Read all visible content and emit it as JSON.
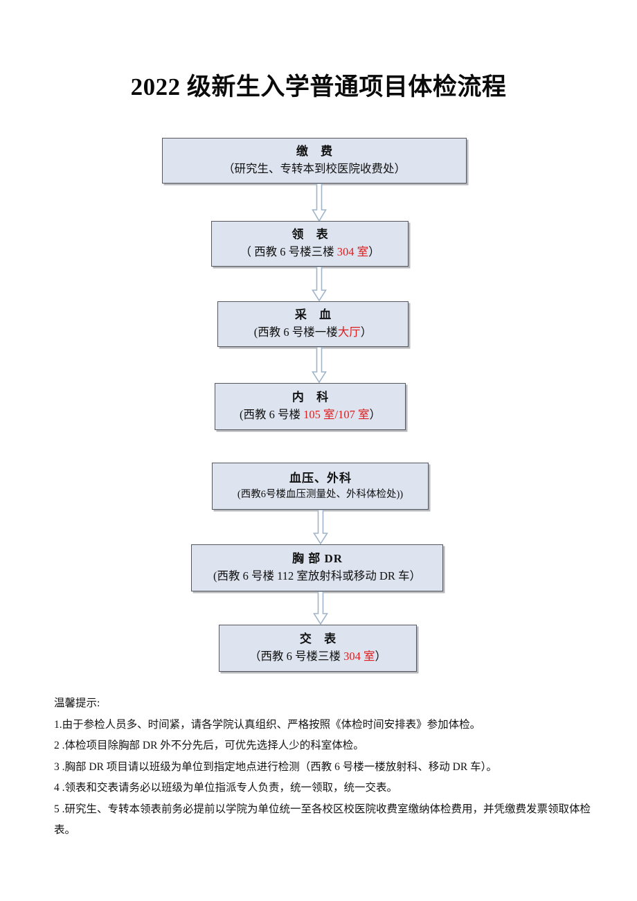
{
  "document": {
    "title": "2022 级新生入学普通项目体检流程"
  },
  "flow": {
    "arrow_outline_color": "#9fb4c9",
    "arrow_fill_color": "#ffffff",
    "node_fill_color": "#dde4ef",
    "node_border_color": "#53565c",
    "highlight_color": "#e01b1b",
    "nodes": [
      {
        "id": "payment",
        "title": "缴 费",
        "sub_prefix": "（研究生、专转本到校医院收费处）",
        "sub_highlight": "",
        "sub_suffix": ""
      },
      {
        "id": "get-form",
        "title": "领 表",
        "sub_prefix": "（ 西教 6 号楼三楼 ",
        "sub_highlight": "304 室",
        "sub_suffix": "）"
      },
      {
        "id": "blood-draw",
        "title": "采 血",
        "sub_prefix": "(西教 6 号楼一楼",
        "sub_highlight": "大厅",
        "sub_suffix": "）"
      },
      {
        "id": "internal-medicine",
        "title": "内 科",
        "sub_prefix": "(西教 6 号楼 ",
        "sub_highlight": "105 室/107 室",
        "sub_suffix": "）"
      },
      {
        "id": "blood-pressure-surgery",
        "title": "血压、外科",
        "sub_prefix": "(西教6号楼血压测量处、外科体检处))",
        "sub_highlight": "",
        "sub_suffix": ""
      },
      {
        "id": "chest-dr",
        "title": "胸 部 DR",
        "sub_prefix": "(西教 6 号楼 112 室放射科或移动 DR 车）",
        "sub_highlight": "",
        "sub_suffix": ""
      },
      {
        "id": "submit-form",
        "title": "交 表",
        "sub_prefix": "（西教 6 号楼三楼 ",
        "sub_highlight": "304 室",
        "sub_suffix": "）"
      }
    ]
  },
  "notes": {
    "heading": "温馨提示:",
    "items": [
      "1.由于参检人员多、时间紧，请各学院认真组织、严格按照《体检时间安排表》参加体检。",
      "2 .体检项目除胸部 DR 外不分先后，可优先选择人少的科室体检。",
      "3 .胸部 DR 项目请以班级为单位到指定地点进行检测（西教 6 号楼一楼放射科、移动 DR 车）。",
      "4 .领表和交表请务必以班级为单位指派专人负责，统一领取，统一交表。",
      "5 .研究生、专转本领表前务必提前以学院为单位统一至各校区校医院收费室缴纳体检费用，并凭缴费发票领取体检表。"
    ]
  }
}
